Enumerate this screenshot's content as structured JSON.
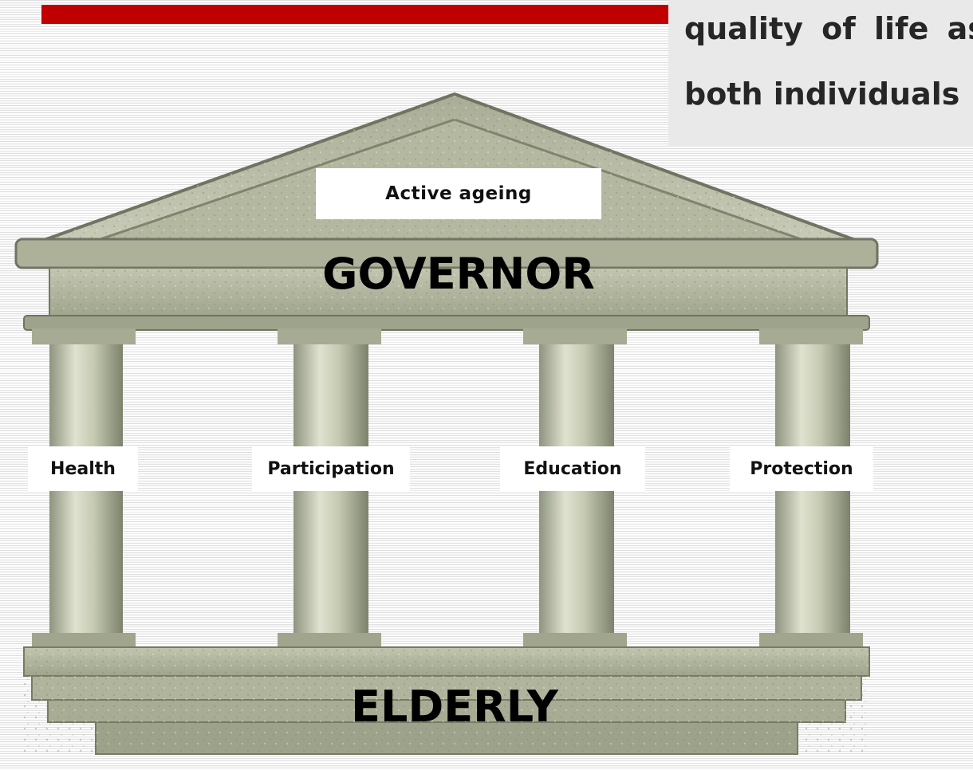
{
  "callout": {
    "line1": "quality of life as",
    "line2": "both individuals"
  },
  "temple": {
    "roof_label": "Active ageing",
    "entablature_label": "GOVERNOR",
    "base_label": "ELDERLY",
    "pillars": [
      "Health",
      "Participation",
      "Education",
      "Protection"
    ]
  },
  "colors": {
    "accent_bar": "#c00000",
    "stone": "#b9bda6",
    "callout_bg": "#e9e9e9"
  }
}
